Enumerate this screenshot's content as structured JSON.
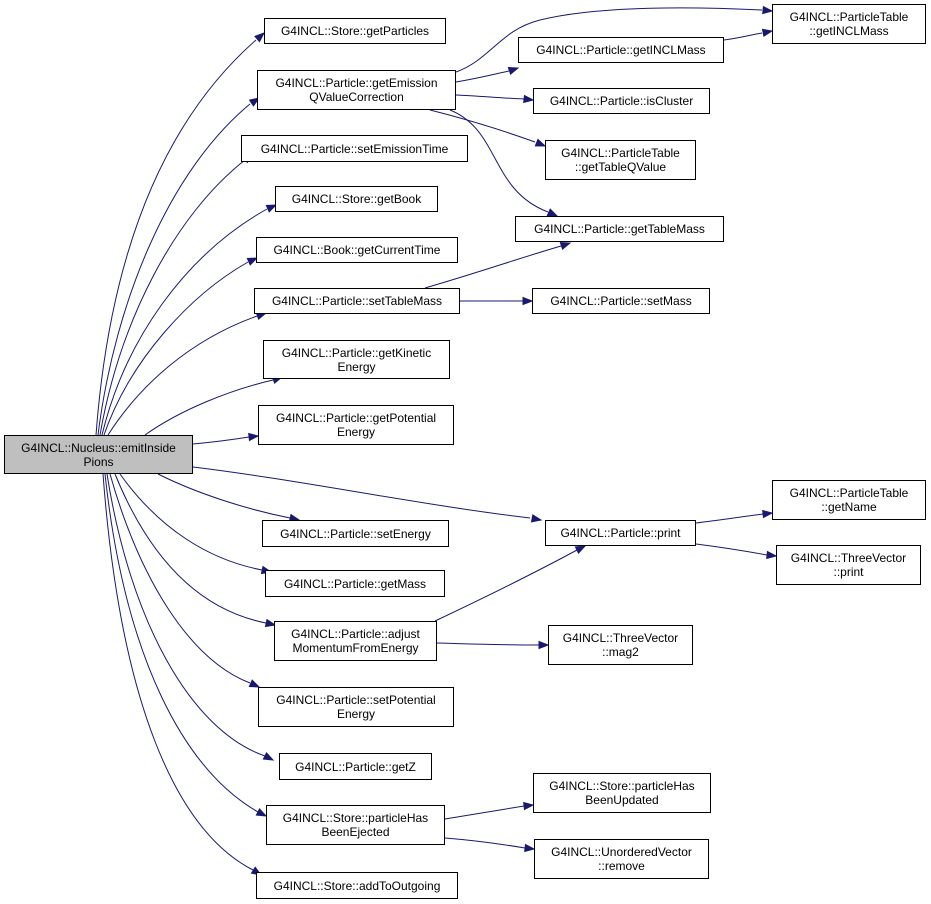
{
  "colors": {
    "edge": "#191970",
    "root_fill": "#bfbfbf",
    "node_fill": "#ffffff",
    "node_border": "#000000"
  },
  "nodes": {
    "root": "G4INCL::Nucleus::emitInside\nPions",
    "store_getParticles": "G4INCL::Store::getParticles",
    "particle_getEmissionQValueCorrection": "G4INCL::Particle::getEmission\nQValueCorrection",
    "particle_setEmissionTime": "G4INCL::Particle::setEmissionTime",
    "store_getBook": "G4INCL::Store::getBook",
    "book_getCurrentTime": "G4INCL::Book::getCurrentTime",
    "particle_setTableMass": "G4INCL::Particle::setTableMass",
    "particle_getKineticEnergy": "G4INCL::Particle::getKinetic\nEnergy",
    "particle_getPotentialEnergy": "G4INCL::Particle::getPotential\nEnergy",
    "particle_setEnergy": "G4INCL::Particle::setEnergy",
    "particle_getMass": "G4INCL::Particle::getMass",
    "particle_adjustMomentumFromEnergy": "G4INCL::Particle::adjust\nMomentumFromEnergy",
    "particle_setPotentialEnergy": "G4INCL::Particle::setPotential\nEnergy",
    "particle_getZ": "G4INCL::Particle::getZ",
    "store_particleHasBeenEjected": "G4INCL::Store::particleHas\nBeenEjected",
    "store_addToOutgoing": "G4INCL::Store::addToOutgoing",
    "particleTable_getINCLMass": "G4INCL::ParticleTable\n::getINCLMass",
    "particle_getINCLMass": "G4INCL::Particle::getINCLMass",
    "particle_isCluster": "G4INCL::Particle::isCluster",
    "particleTable_getTableQValue": "G4INCL::ParticleTable\n::getTableQValue",
    "particle_getTableMass": "G4INCL::Particle::getTableMass",
    "particle_setMass": "G4INCL::Particle::setMass",
    "particle_print": "G4INCL::Particle::print",
    "particleTable_getName": "G4INCL::ParticleTable\n::getName",
    "threeVector_print": "G4INCL::ThreeVector\n::print",
    "threeVector_mag2": "G4INCL::ThreeVector\n::mag2",
    "store_particleHasBeenUpdated": "G4INCL::Store::particleHas\nBeenUpdated",
    "unorderedVector_remove": "G4INCL::UnorderedVector\n::remove"
  }
}
